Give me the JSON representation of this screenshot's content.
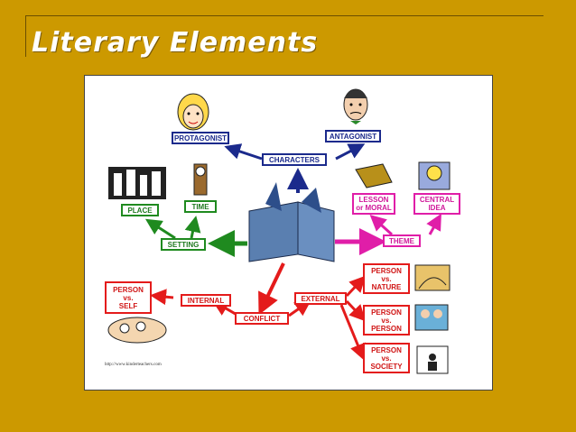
{
  "slide": {
    "title": "Literary Elements"
  },
  "diagram": {
    "characters": "CHARACTERS",
    "protagonist": "PROTAGONIST",
    "antagonist": "ANTAGONIST",
    "setting": "SETTING",
    "place": "PLACE",
    "time": "TIME",
    "theme": "THEME",
    "lesson": "LESSON\nor MORAL",
    "central_idea": "CENTRAL\nIDEA",
    "conflict": "CONFLICT",
    "internal": "INTERNAL",
    "external": "EXTERNAL",
    "person_self": "PERSON\nvs.\nSELF",
    "person_nature": "PERSON\nvs.\nNATURE",
    "person_person": "PERSON\nvs.\nPERSON",
    "person_society": "PERSON\nvs.\nSOCIETY",
    "source_url": "http://www.kinderteachers.com"
  },
  "colors": {
    "background": "#cc9900",
    "characters_branch": "#1b2a8c",
    "setting_branch": "#1f8a1f",
    "theme_branch": "#e01ea8",
    "conflict_branch": "#e41b1b"
  }
}
